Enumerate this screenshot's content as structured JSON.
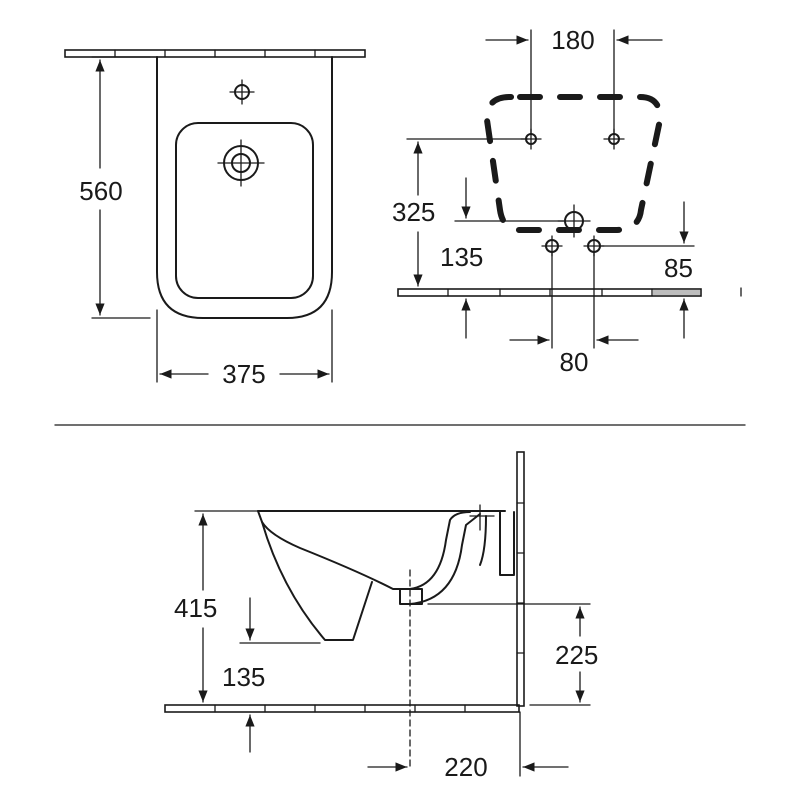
{
  "colors": {
    "ink": "#1a1a1a",
    "paper": "#ffffff"
  },
  "dimensions": {
    "top_view": {
      "height": "560",
      "width": "375"
    },
    "rear_view": {
      "fixing_spacing": "180",
      "fixing_height": "325",
      "outlet_height": "135",
      "side_offset": "85",
      "tap_spacing": "80"
    },
    "side_view": {
      "rim_height": "415",
      "outlet_height": "135",
      "waste_height": "225",
      "projection": "220"
    }
  }
}
